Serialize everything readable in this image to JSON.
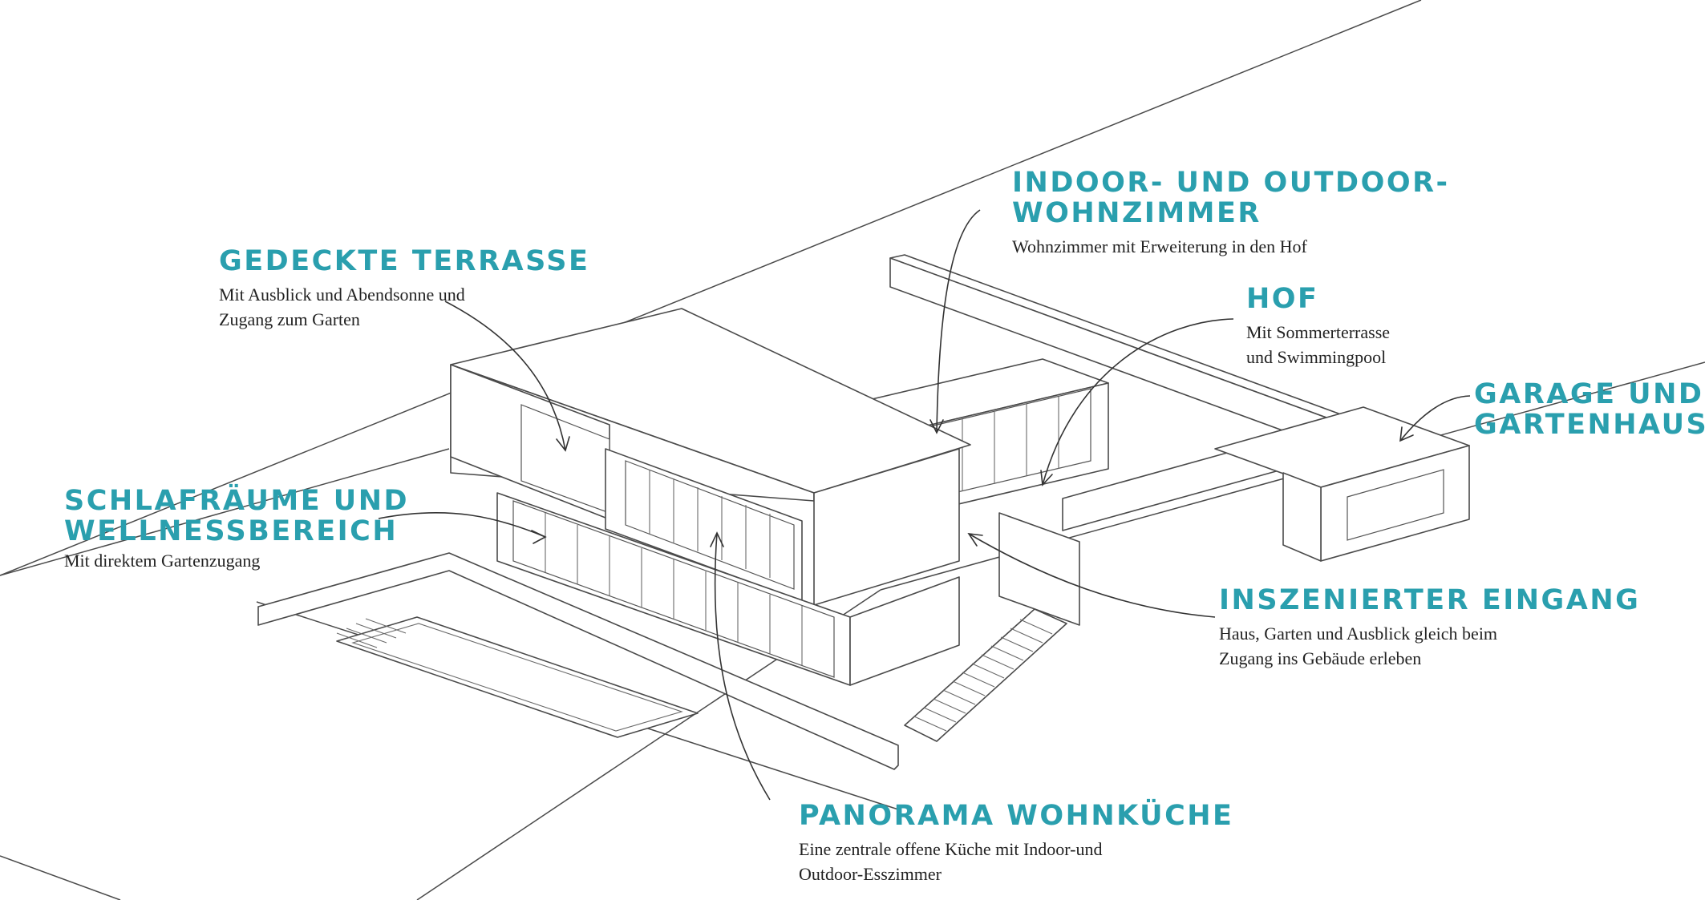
{
  "colors": {
    "accent": "#2a9fae",
    "text": "#222222",
    "line": "#4a4a4a"
  },
  "labels": {
    "indoor_outdoor": {
      "title": "INDOOR- UND OUTDOOR-\nWOHNZIMMER",
      "text": "Wohnzimmer mit Erweiterung in den Hof"
    },
    "gedeckte_terrasse": {
      "title": "GEDECKTE TERRASSE",
      "text": "Mit Ausblick und Abendsonne und\nZugang zum Garten"
    },
    "hof": {
      "title": "HOF",
      "text": "Mit Sommerterrasse\nund Swimmingpool"
    },
    "garage": {
      "title": "GARAGE UND\nGARTENHAUS",
      "text": ""
    },
    "schlafraeume": {
      "title": "SCHLAFRÄUME UND\nWELLNESSBEREICH",
      "text": "Mit direktem Gartenzugang"
    },
    "eingang": {
      "title": "INSZENIERTER EINGANG",
      "text": "Haus, Garten und Ausblick gleich beim\nZugang ins Gebäude erleben"
    },
    "panorama": {
      "title": "PANORAMA WOHNKÜCHE",
      "text": "Eine zentrale offene Küche mit Indoor-und\nOutdoor-Esszimmer"
    }
  }
}
